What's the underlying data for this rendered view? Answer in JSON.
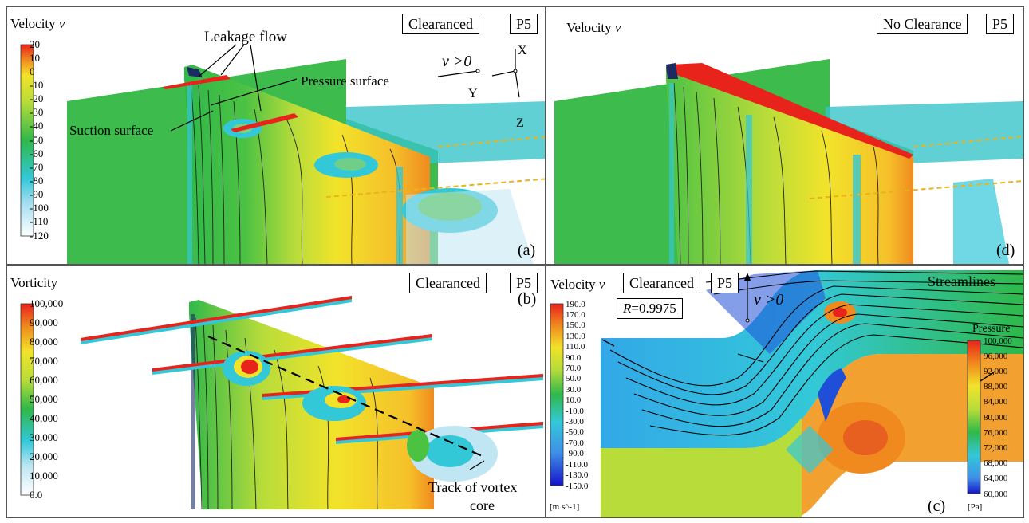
{
  "panel_a": {
    "title": "Velocity",
    "title_var": "v",
    "mode_label": "Clearanced",
    "position_label": "P5",
    "panel_letter": "(a)",
    "annotations": {
      "leakage_flow": "Leakage flow",
      "pressure_surface": "Pressure surface",
      "suction_surface": "Suction surface",
      "v_direction": "v >0",
      "axis_x": "X",
      "axis_y": "Y",
      "axis_z": "Z"
    },
    "colorbar_ticks": [
      "20",
      "10",
      "0",
      "-10",
      "-20",
      "-30",
      "-40",
      "-50",
      "-60",
      "-70",
      "-80",
      "-90",
      "-100",
      "-110",
      "-120"
    ]
  },
  "panel_d": {
    "title": "Velocity",
    "title_var": "v",
    "mode_label": "No Clearance",
    "position_label": "P5",
    "panel_letter": "(d)"
  },
  "panel_b": {
    "title": "Vorticity",
    "mode_label": "Clearanced",
    "position_label": "P5",
    "panel_letter": "(b)",
    "annotation_track_line1": "Track of vortex",
    "annotation_track_line2": "core",
    "colorbar_ticks": [
      "100,000",
      "90,000",
      "80,000",
      "70,000",
      "60,000",
      "50,000",
      "40,000",
      "30,000",
      "20,000",
      "10,000",
      "0.0"
    ]
  },
  "panel_c": {
    "title": "Velocity",
    "title_var": "v",
    "mode_label": "Clearanced",
    "position_label": "P5",
    "r_label": "R",
    "r_value": "=0.9975",
    "streamlines_label": "Streamlines",
    "pressure_label": "Pressure",
    "v_direction": "v >0",
    "panel_letter": "(c)",
    "velocity_unit": "[m s^-1]",
    "pressure_unit": "[Pa]",
    "velocity_ticks": [
      "190.0",
      "170.0",
      "150.0",
      "130.0",
      "110.0",
      "90.0",
      "70.0",
      "50.0",
      "30.0",
      "10.0",
      "-10.0",
      "-30.0",
      "-50.0",
      "-70.0",
      "-90.0",
      "-110.0",
      "-130.0",
      "-150.0"
    ],
    "pressure_ticks": [
      "100,000",
      "96,000",
      "92,000",
      "88,000",
      "84,000",
      "80,000",
      "76,000",
      "72,000",
      "68,000",
      "64,000",
      "60,000"
    ]
  },
  "colors": {
    "red": "#e8231c",
    "orange": "#f08a1e",
    "yellow": "#f2e32a",
    "yellowgreen": "#b8dc3a",
    "green": "#2fb84a",
    "cyan": "#33c8d8",
    "blue": "#1f4fd8",
    "lightblue": "#bfe6f2"
  }
}
